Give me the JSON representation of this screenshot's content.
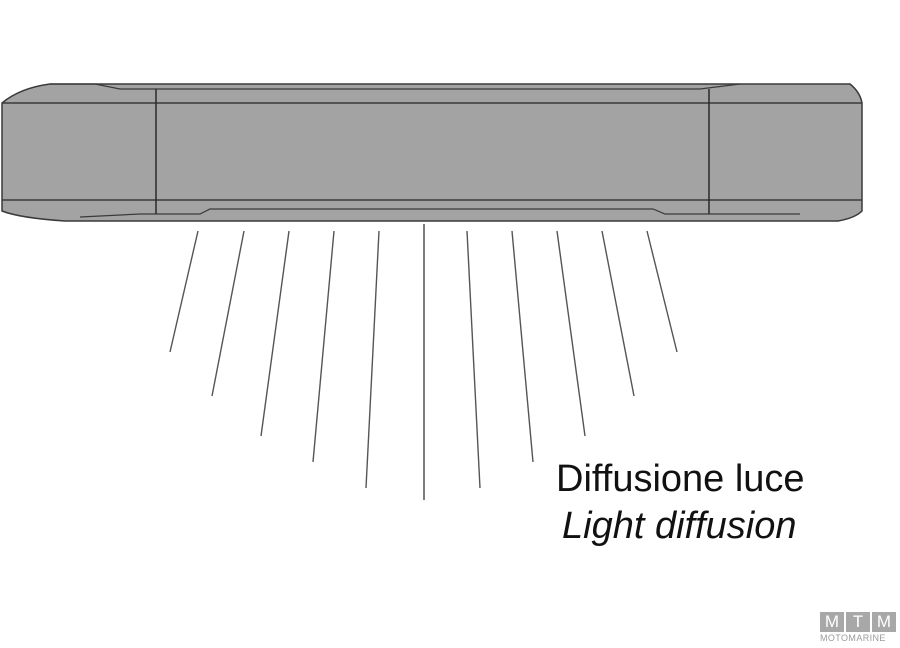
{
  "caption": {
    "italian": "Diffusione luce",
    "english": "Light diffusion"
  },
  "logo": {
    "letters": [
      "M",
      "T",
      "M"
    ],
    "name": "MOTOMARINE"
  },
  "colors": {
    "bar_fill": "#a3a3a3",
    "bar_outline": "#3a3a3a",
    "ray": "#555555",
    "text": "#111111",
    "logo": "#a8a8a8"
  },
  "diagram": {
    "subject": "LED light bar",
    "ray_count": 11
  }
}
